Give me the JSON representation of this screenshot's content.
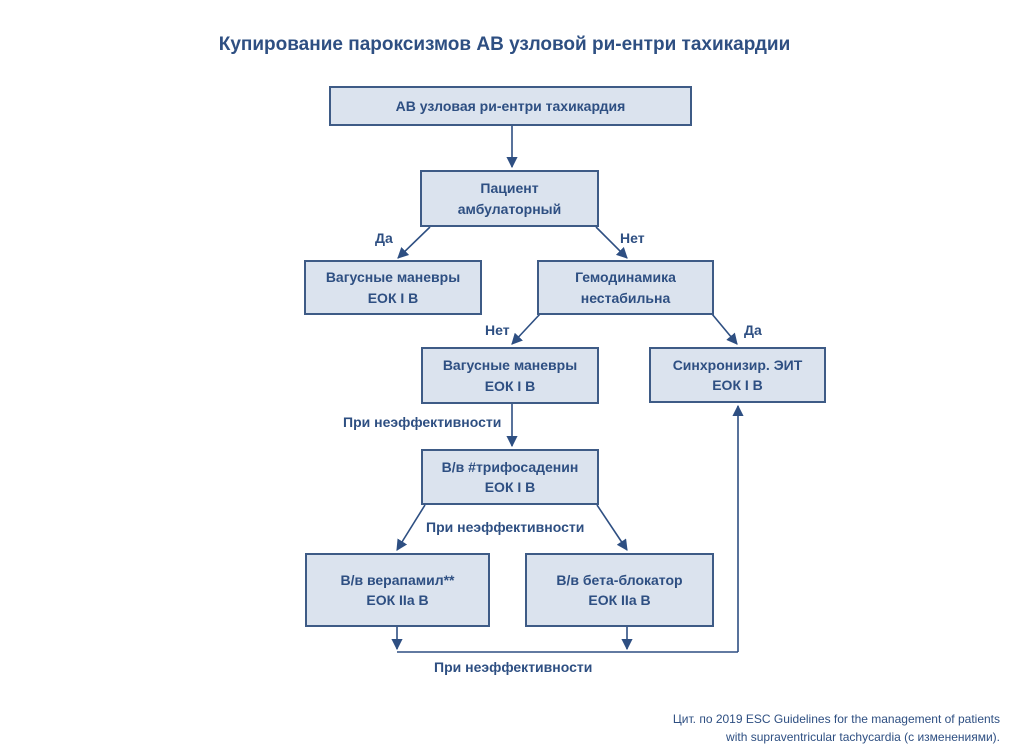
{
  "title": "Купирование пароксизмов АВ узловой ри-ентри тахикардии",
  "nodes": {
    "start": {
      "line1": "АВ узловая ри-ентри тахикардия"
    },
    "patient": {
      "line1": "Пациент",
      "line2": "амбулаторный"
    },
    "vagal1": {
      "line1": "Вагусные маневры",
      "line2": "ЕОК I B"
    },
    "hemo": {
      "line1": "Гемодинамика",
      "line2": "нестабильна"
    },
    "vagal2": {
      "line1": "Вагусные маневры",
      "line2": "ЕОК I B"
    },
    "cardio": {
      "line1": "Синхронизир. ЭИТ",
      "line2": "ЕОК I B"
    },
    "atp": {
      "line1": "В/в #трифосаденин",
      "line2": "ЕОК I B"
    },
    "verap": {
      "line1": "В/в верапамил**",
      "line2": "ЕОК IIa B"
    },
    "beta": {
      "line1": "В/в бета-блокатор",
      "line2": "ЕОК IIa B"
    }
  },
  "edge_labels": {
    "yes_left": "Да",
    "no_right": "Нет",
    "no_left": "Нет",
    "yes_right": "Да",
    "ineff_1": "При неэффективности",
    "ineff_2": "При неэффективности",
    "ineff_3": "При неэффективности"
  },
  "citation": {
    "line1": "Цит. по 2019 ESC Guidelines for the management of patients",
    "line2": "with supraventricular tachycardia (с изменениями)."
  },
  "colors": {
    "box_fill": "#dbe3ee",
    "box_border": "#3e5b86",
    "text": "#2e4f82",
    "arrow": "#2e4f82"
  }
}
